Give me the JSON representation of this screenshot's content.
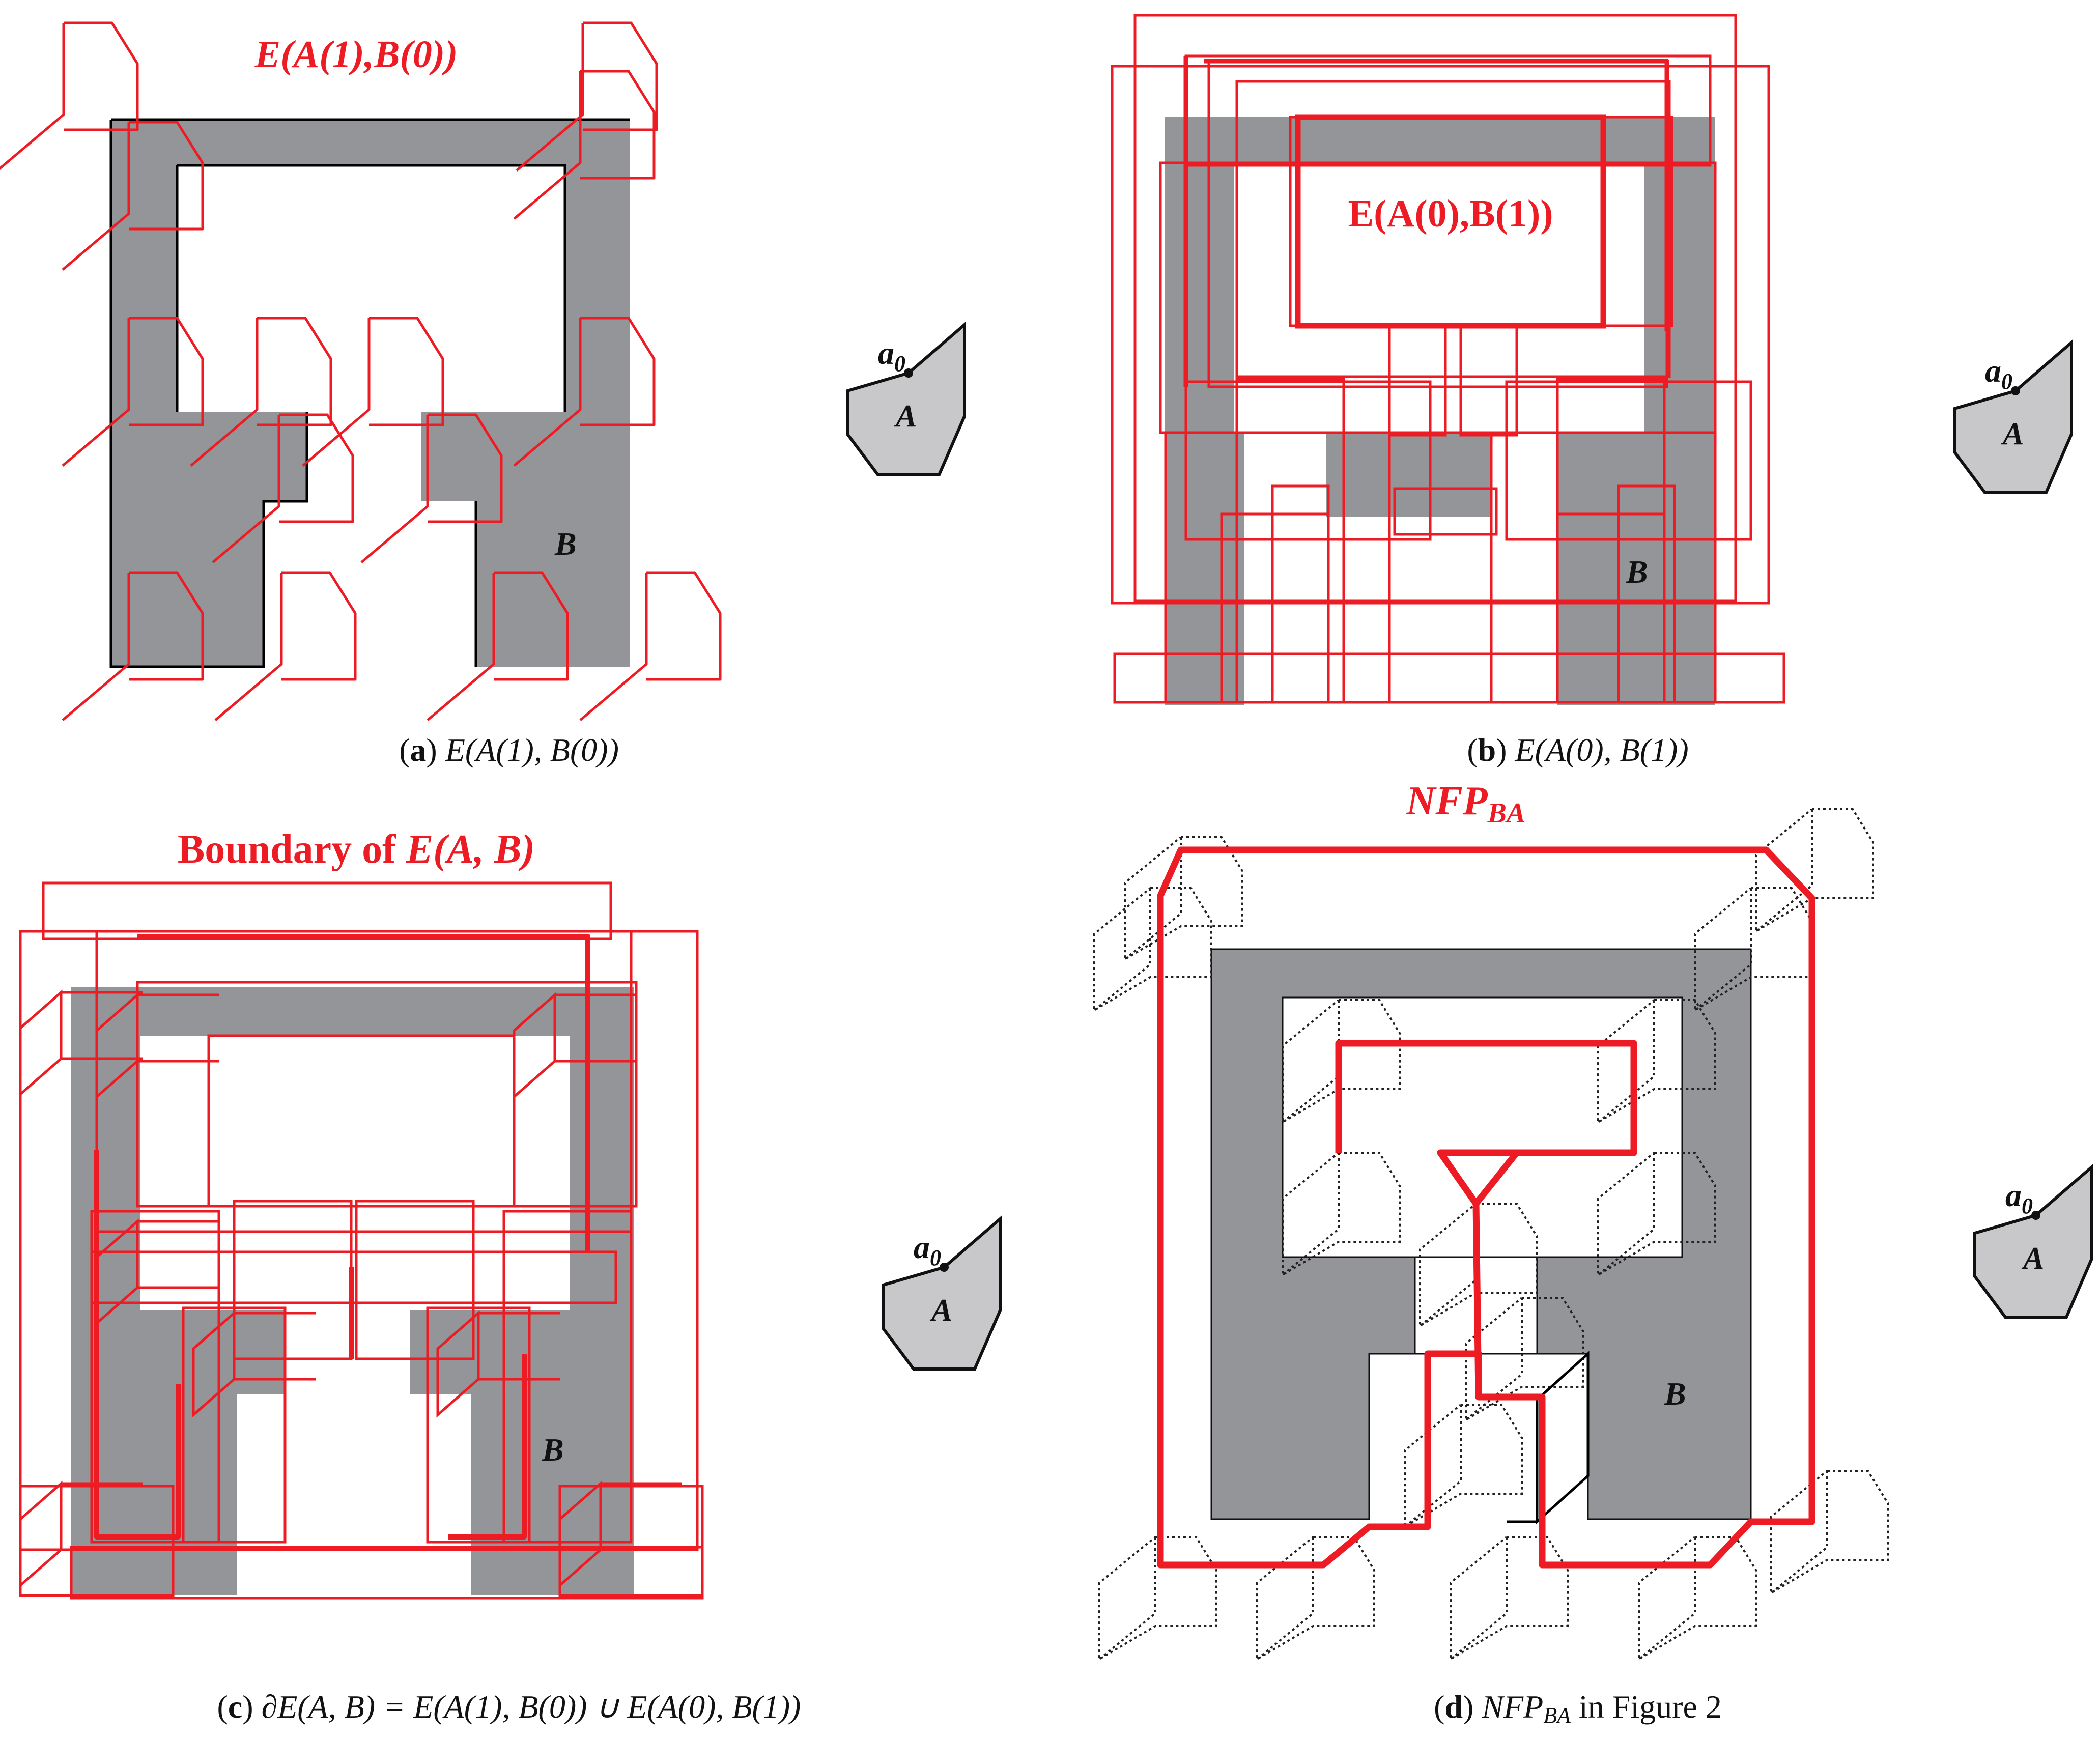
{
  "panels": {
    "a": {
      "title": "E(A(1),B(0))",
      "caption_tag": "a",
      "caption_expr": "E(A(1), B(0))",
      "label_b": "B"
    },
    "b": {
      "title": "E(A(0),B(1))",
      "caption_tag": "b",
      "caption_expr": "E(A(0), B(1))",
      "label_b": "B"
    },
    "c": {
      "title_prefix": "Boundary of ",
      "title_expr": "E(A, B)",
      "caption_tag": "c",
      "caption_expr": "∂E(A, B) = E(A(1), B(0)) ∪ E(A(0), B(1))",
      "label_b": "B"
    },
    "d": {
      "title_main": "NFP",
      "title_sub": "BA",
      "caption_tag": "d",
      "caption_main": "NFP",
      "caption_sub": "BA",
      "caption_suffix": " in Figure 2",
      "label_b": "B"
    }
  },
  "polygon_a": {
    "vertex_main": "a",
    "vertex_sub": "0",
    "label": "A"
  },
  "colors": {
    "accent": "#ed1c24",
    "shape_fill": "#939598",
    "polygon_a_fill": "#c8c8ca"
  }
}
